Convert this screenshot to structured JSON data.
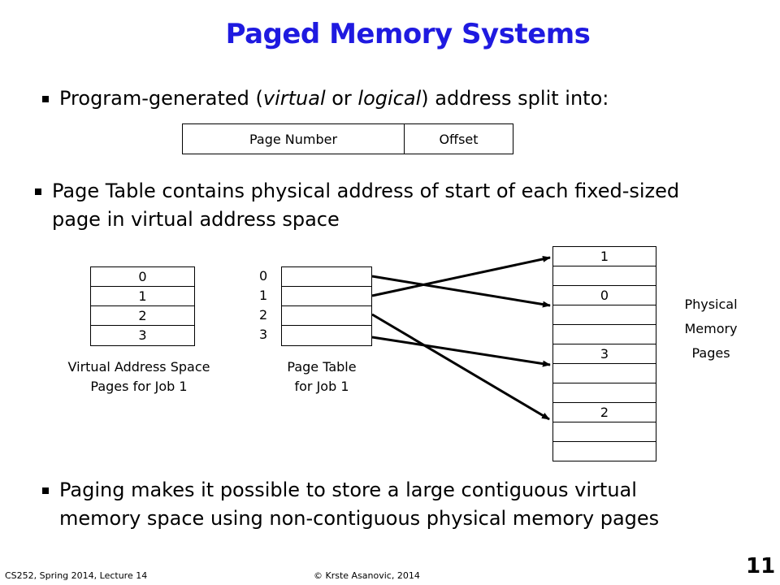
{
  "slide": {
    "title": "Paged Memory Systems",
    "bullets": [
      {
        "pre": "Program-generated (",
        "em1": "virtual",
        "mid": " or ",
        "em2": "logical",
        "post": ") address split into:"
      },
      {
        "line1": "Page Table contains physical address of start of each fixed-sized",
        "line2": "page in virtual address space"
      },
      {
        "line1": "Paging makes it possible to store a large contiguous virtual",
        "line2": "memory space using non-contiguous physical memory pages"
      }
    ],
    "address_fields": [
      "Page Number",
      "Offset"
    ],
    "virtual_pages": [
      "0",
      "1",
      "2",
      "3"
    ],
    "virtual_caption": [
      "Virtual Address Space",
      "Pages for Job 1"
    ],
    "page_table_indices": [
      "0",
      "1",
      "2",
      "3"
    ],
    "page_table_caption": [
      "Page Table",
      "for Job 1"
    ],
    "physical_pages": [
      "1",
      "",
      "0",
      "",
      "",
      "3",
      "",
      "",
      "2",
      "",
      ""
    ],
    "physical_caption": [
      "Physical",
      "Memory",
      "Pages"
    ],
    "footer": {
      "left": "CS252, Spring 2014, Lecture 14",
      "middle": "© Krste Asanovic, 2014",
      "page": "11"
    },
    "colors": {
      "title": "#1f1ae0",
      "text": "#000000"
    }
  }
}
